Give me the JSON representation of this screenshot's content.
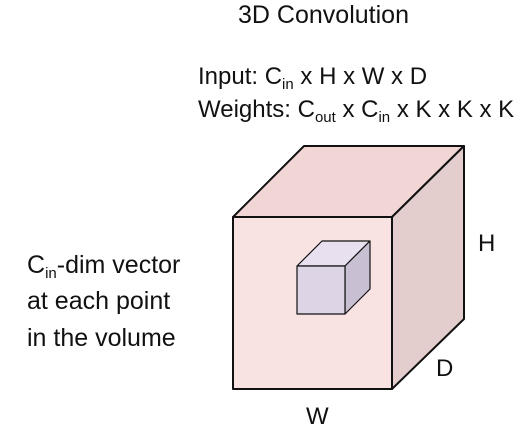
{
  "title": "3D Convolution",
  "input": {
    "label": "Input: C",
    "sub": "in",
    "rest": " x H x W x D"
  },
  "weights": {
    "label": "Weights: C",
    "sub1": "out",
    "mid": " x C",
    "sub2": "in",
    "rest": " x K x K x K"
  },
  "side_note": {
    "line1_pre": "C",
    "line1_sub": "in",
    "line1_post": "-dim vector",
    "line2": "at each point",
    "line3": "in the volume"
  },
  "dimensions": {
    "h": "H",
    "d": "D",
    "w": "W"
  },
  "colors": {
    "cube_front": "#f8e2e2",
    "cube_top": "#f2d6d6",
    "cube_side": "#e4cdcd",
    "kernel_front": "#ddd4e5",
    "kernel_top": "#e8e0ee",
    "kernel_side": "#c9bfd2",
    "edge": "#111111"
  }
}
